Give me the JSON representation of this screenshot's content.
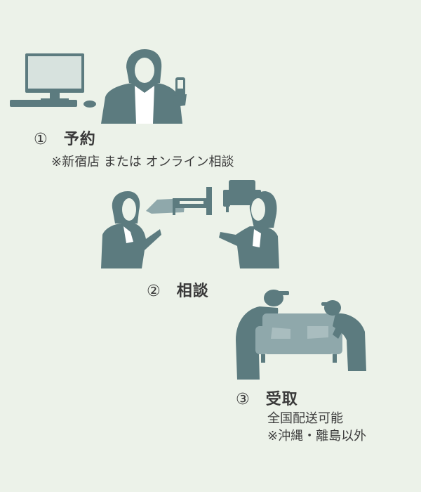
{
  "steps": [
    {
      "number": "①",
      "title": "予約",
      "notes": [
        "※新宿店 または オンライン相談"
      ]
    },
    {
      "number": "②",
      "title": "相談",
      "notes": []
    },
    {
      "number": "③",
      "title": "受取",
      "notes": [
        "全国配送可能",
        "※沖縄・離島以外"
      ]
    }
  ],
  "colors": {
    "background": "#ecf2e9",
    "figure": "#5c7b7f",
    "text": "#3a3a3a"
  },
  "icons": [
    "desktop-computer-icon",
    "woman-with-phone-icon",
    "staff-woman-icon",
    "bed-icon",
    "armchair-icon",
    "customer-woman-icon",
    "mover-man-icon",
    "sofa-icon",
    "mover-man-icon"
  ]
}
